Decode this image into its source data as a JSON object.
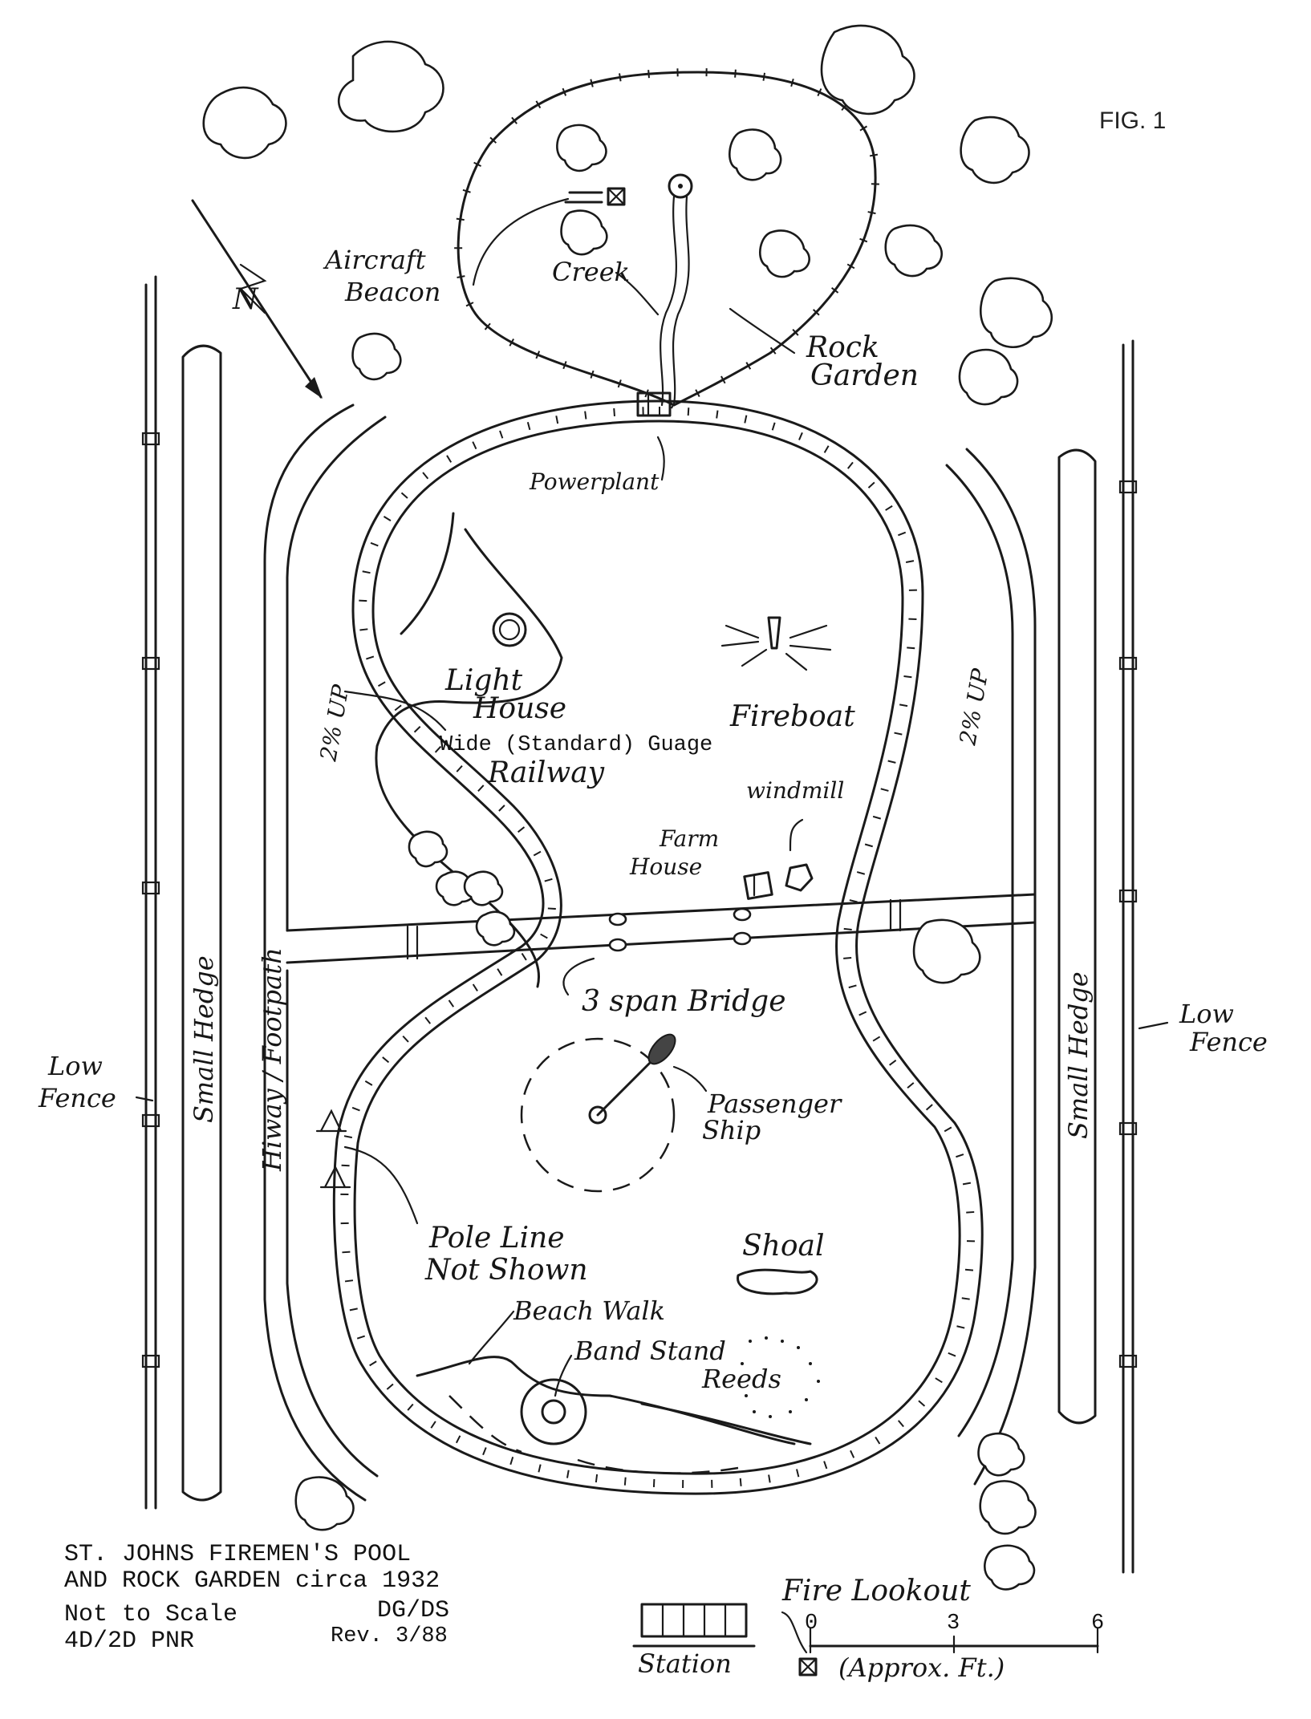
{
  "figure": {
    "label": "FIG. 1"
  },
  "title_block": {
    "line1": "ST. JOHNS FIREMEN'S POOL",
    "line2": "AND ROCK GARDEN circa 1932",
    "scale_note": "Not to Scale",
    "gauge_note": "4D/2D PNR",
    "drawn_by": "DG/DS",
    "revision": "Rev. 3/88"
  },
  "labels": {
    "aircraft_beacon_1": "Aircraft",
    "aircraft_beacon_2": "Beacon",
    "creek": "Creek",
    "rock_garden_1": "Rock",
    "rock_garden_2": "Garden",
    "powerplant": "Powerplant",
    "light_house_1": "Light",
    "light_house_2": "House",
    "fireboat": "Fireboat",
    "railway_gauge": "Wide (Standard) Guage",
    "railway": "Railway",
    "windmill": "windmill",
    "farm_house_1": "Farm",
    "farm_house_2": "House",
    "bridge": "3 span Bridge",
    "grade_left": "2% UP",
    "grade_right": "2% UP",
    "hiway": "Hiway / Footpath",
    "hedge_left": "Small Hedge",
    "hedge_right": "Small Hedge",
    "fence_left_1": "Low",
    "fence_left_2": "Fence",
    "fence_right_1": "Low",
    "fence_right_2": "Fence",
    "passenger_ship_1": "Passenger",
    "passenger_ship_2": "Ship",
    "pole_line_1": "Pole Line",
    "pole_line_2": "Not Shown",
    "shoal": "Shoal",
    "beach_walk": "Beach Walk",
    "band_stand": "Band Stand",
    "reeds": "Reeds",
    "fire_lookout": "Fire Lookout",
    "station": "Station",
    "north": "N"
  },
  "scale_bar": {
    "ticks": [
      "0",
      "3",
      "6"
    ],
    "unit": "(Approx. Ft.)"
  }
}
